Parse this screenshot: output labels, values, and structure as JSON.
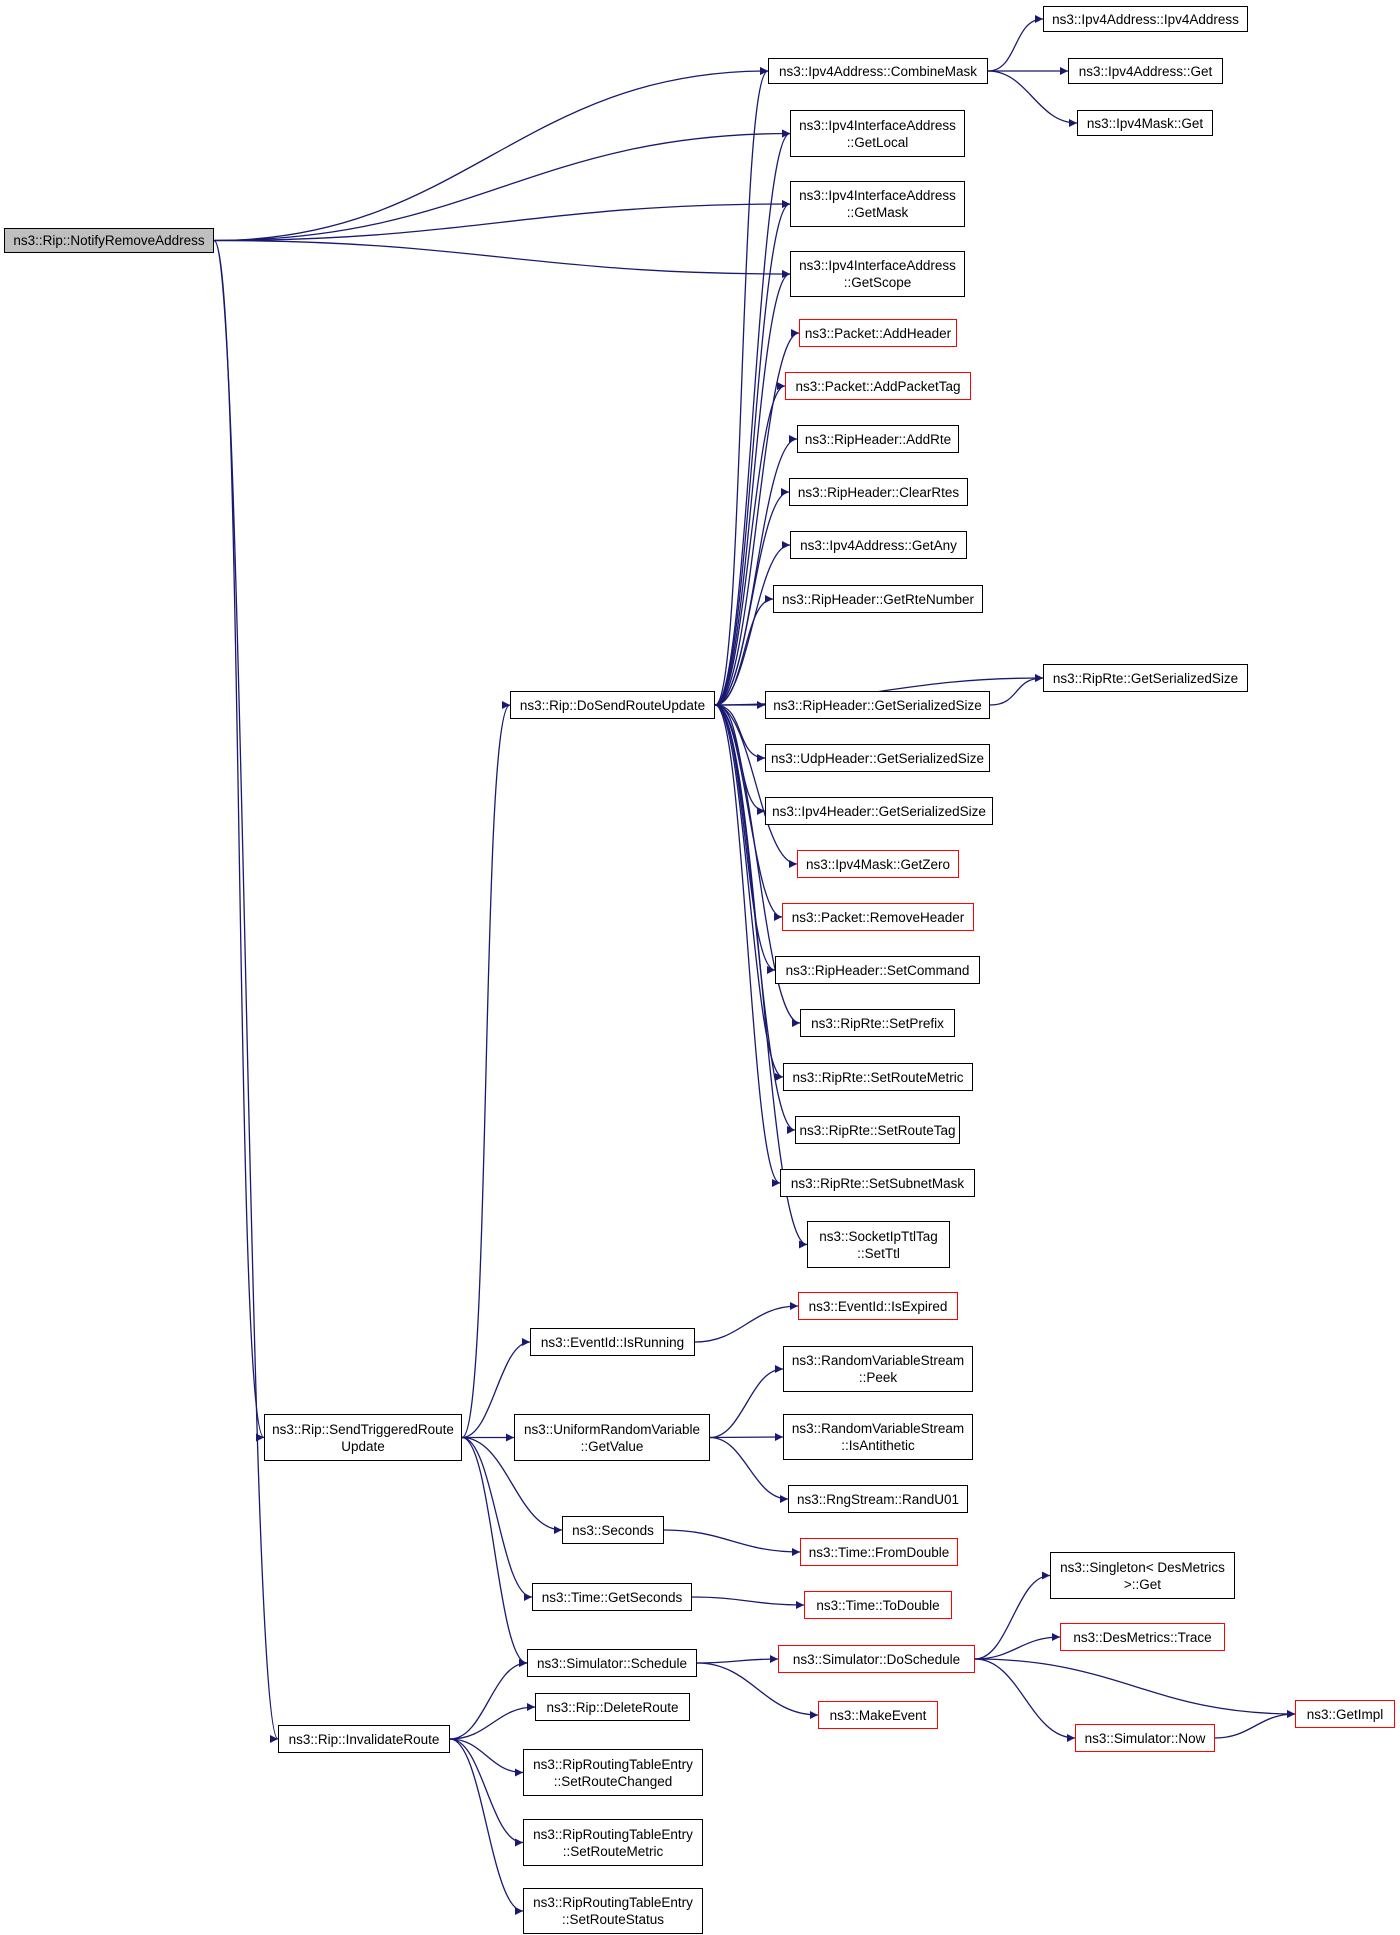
{
  "colors": {
    "edge": "#191970",
    "border": "#000000",
    "incomplete_border": "#ff0000",
    "root_fill": "#bfbfbf"
  },
  "nodes": [
    {
      "id": "n_notify",
      "lines": [
        "ns3::Rip::NotifyRemoveAddress"
      ],
      "style": "root"
    },
    {
      "id": "n_combine",
      "lines": [
        "ns3::Ipv4Address::CombineMask"
      ],
      "style": "normal"
    },
    {
      "id": "n_ipv4addr",
      "lines": [
        "ns3::Ipv4Address::Ipv4Address"
      ],
      "style": "normal"
    },
    {
      "id": "n_addrget",
      "lines": [
        "ns3::Ipv4Address::Get"
      ],
      "style": "normal"
    },
    {
      "id": "n_maskget",
      "lines": [
        "ns3::Ipv4Mask::Get"
      ],
      "style": "normal"
    },
    {
      "id": "n_getlocal",
      "lines": [
        "ns3::Ipv4InterfaceAddress",
        "::GetLocal"
      ],
      "style": "normal"
    },
    {
      "id": "n_getmask",
      "lines": [
        "ns3::Ipv4InterfaceAddress",
        "::GetMask"
      ],
      "style": "normal"
    },
    {
      "id": "n_getscope",
      "lines": [
        "ns3::Ipv4InterfaceAddress",
        "::GetScope"
      ],
      "style": "normal"
    },
    {
      "id": "n_addheader",
      "lines": [
        "ns3::Packet::AddHeader"
      ],
      "style": "red"
    },
    {
      "id": "n_addpackettag",
      "lines": [
        "ns3::Packet::AddPacketTag"
      ],
      "style": "red"
    },
    {
      "id": "n_addrte",
      "lines": [
        "ns3::RipHeader::AddRte"
      ],
      "style": "normal"
    },
    {
      "id": "n_clearrtes",
      "lines": [
        "ns3::RipHeader::ClearRtes"
      ],
      "style": "normal"
    },
    {
      "id": "n_getany",
      "lines": [
        "ns3::Ipv4Address::GetAny"
      ],
      "style": "normal"
    },
    {
      "id": "n_getrtenumber",
      "lines": [
        "ns3::RipHeader::GetRteNumber"
      ],
      "style": "normal"
    },
    {
      "id": "n_doSend",
      "lines": [
        "ns3::Rip::DoSendRouteUpdate"
      ],
      "style": "normal"
    },
    {
      "id": "n_ripRteSize",
      "lines": [
        "ns3::RipRte::GetSerializedSize"
      ],
      "style": "normal"
    },
    {
      "id": "n_ripHdrSize",
      "lines": [
        "ns3::RipHeader::GetSerializedSize"
      ],
      "style": "normal"
    },
    {
      "id": "n_udpSize",
      "lines": [
        "ns3::UdpHeader::GetSerializedSize"
      ],
      "style": "normal"
    },
    {
      "id": "n_ipv4HdrSize",
      "lines": [
        "ns3::Ipv4Header::GetSerializedSize"
      ],
      "style": "normal"
    },
    {
      "id": "n_getzero",
      "lines": [
        "ns3::Ipv4Mask::GetZero"
      ],
      "style": "red"
    },
    {
      "id": "n_removeheader",
      "lines": [
        "ns3::Packet::RemoveHeader"
      ],
      "style": "red"
    },
    {
      "id": "n_setcommand",
      "lines": [
        "ns3::RipHeader::SetCommand"
      ],
      "style": "normal"
    },
    {
      "id": "n_setprefix",
      "lines": [
        "ns3::RipRte::SetPrefix"
      ],
      "style": "normal"
    },
    {
      "id": "n_setroutemetric",
      "lines": [
        "ns3::RipRte::SetRouteMetric"
      ],
      "style": "normal"
    },
    {
      "id": "n_setroutetag",
      "lines": [
        "ns3::RipRte::SetRouteTag"
      ],
      "style": "normal"
    },
    {
      "id": "n_setsubnetmask",
      "lines": [
        "ns3::RipRte::SetSubnetMask"
      ],
      "style": "normal"
    },
    {
      "id": "n_setttl",
      "lines": [
        "ns3::SocketIpTtlTag",
        "::SetTtl"
      ],
      "style": "normal"
    },
    {
      "id": "n_isexpired",
      "lines": [
        "ns3::EventId::IsExpired"
      ],
      "style": "red"
    },
    {
      "id": "n_isrunning",
      "lines": [
        "ns3::EventId::IsRunning"
      ],
      "style": "normal"
    },
    {
      "id": "n_peek",
      "lines": [
        "ns3::RandomVariableStream",
        "::Peek"
      ],
      "style": "normal"
    },
    {
      "id": "n_sendTrig",
      "lines": [
        "ns3::Rip::SendTriggeredRoute",
        "Update"
      ],
      "style": "normal"
    },
    {
      "id": "n_getvalue",
      "lines": [
        "ns3::UniformRandomVariable",
        "::GetValue"
      ],
      "style": "normal"
    },
    {
      "id": "n_isantithetic",
      "lines": [
        "ns3::RandomVariableStream",
        "::IsAntithetic"
      ],
      "style": "normal"
    },
    {
      "id": "n_randu01",
      "lines": [
        "ns3::RngStream::RandU01"
      ],
      "style": "normal"
    },
    {
      "id": "n_seconds",
      "lines": [
        "ns3::Seconds"
      ],
      "style": "normal"
    },
    {
      "id": "n_fromdouble",
      "lines": [
        "ns3::Time::FromDouble"
      ],
      "style": "red"
    },
    {
      "id": "n_getseconds",
      "lines": [
        "ns3::Time::GetSeconds"
      ],
      "style": "normal"
    },
    {
      "id": "n_todouble",
      "lines": [
        "ns3::Time::ToDouble"
      ],
      "style": "red"
    },
    {
      "id": "n_singleton",
      "lines": [
        "ns3::Singleton< DesMetrics",
        ">::Get"
      ],
      "style": "normal"
    },
    {
      "id": "n_trace",
      "lines": [
        "ns3::DesMetrics::Trace"
      ],
      "style": "red"
    },
    {
      "id": "n_schedule",
      "lines": [
        "ns3::Simulator::Schedule"
      ],
      "style": "normal"
    },
    {
      "id": "n_doschedule",
      "lines": [
        "ns3::Simulator::DoSchedule"
      ],
      "style": "red"
    },
    {
      "id": "n_makeevent",
      "lines": [
        "ns3::MakeEvent"
      ],
      "style": "red"
    },
    {
      "id": "n_getimpl",
      "lines": [
        "ns3::GetImpl"
      ],
      "style": "red"
    },
    {
      "id": "n_now",
      "lines": [
        "ns3::Simulator::Now"
      ],
      "style": "red"
    },
    {
      "id": "n_invalidate",
      "lines": [
        "ns3::Rip::InvalidateRoute"
      ],
      "style": "normal"
    },
    {
      "id": "n_deleteroute",
      "lines": [
        "ns3::Rip::DeleteRoute"
      ],
      "style": "normal"
    },
    {
      "id": "n_setroutechanged",
      "lines": [
        "ns3::RipRoutingTableEntry",
        "::SetRouteChanged"
      ],
      "style": "normal"
    },
    {
      "id": "n_entrymetric",
      "lines": [
        "ns3::RipRoutingTableEntry",
        "::SetRouteMetric"
      ],
      "style": "normal"
    },
    {
      "id": "n_entrystatus",
      "lines": [
        "ns3::RipRoutingTableEntry",
        "::SetRouteStatus"
      ],
      "style": "normal"
    }
  ],
  "edges": [
    [
      "n_notify",
      "n_combine"
    ],
    [
      "n_notify",
      "n_getlocal"
    ],
    [
      "n_notify",
      "n_getmask"
    ],
    [
      "n_notify",
      "n_getscope"
    ],
    [
      "n_notify",
      "n_sendTrig"
    ],
    [
      "n_notify",
      "n_invalidate"
    ],
    [
      "n_combine",
      "n_ipv4addr"
    ],
    [
      "n_combine",
      "n_addrget"
    ],
    [
      "n_combine",
      "n_maskget"
    ],
    [
      "n_doSend",
      "n_combine"
    ],
    [
      "n_doSend",
      "n_getlocal"
    ],
    [
      "n_doSend",
      "n_getmask"
    ],
    [
      "n_doSend",
      "n_getscope"
    ],
    [
      "n_doSend",
      "n_addheader"
    ],
    [
      "n_doSend",
      "n_addpackettag"
    ],
    [
      "n_doSend",
      "n_addrte"
    ],
    [
      "n_doSend",
      "n_clearrtes"
    ],
    [
      "n_doSend",
      "n_getany"
    ],
    [
      "n_doSend",
      "n_getrtenumber"
    ],
    [
      "n_doSend",
      "n_ripRteSize"
    ],
    [
      "n_doSend",
      "n_ripHdrSize"
    ],
    [
      "n_doSend",
      "n_udpSize"
    ],
    [
      "n_doSend",
      "n_ipv4HdrSize"
    ],
    [
      "n_doSend",
      "n_getzero"
    ],
    [
      "n_doSend",
      "n_removeheader"
    ],
    [
      "n_doSend",
      "n_setcommand"
    ],
    [
      "n_doSend",
      "n_setprefix"
    ],
    [
      "n_doSend",
      "n_setroutemetric"
    ],
    [
      "n_doSend",
      "n_setroutetag"
    ],
    [
      "n_doSend",
      "n_setsubnetmask"
    ],
    [
      "n_doSend",
      "n_setttl"
    ],
    [
      "n_ripHdrSize",
      "n_ripRteSize"
    ],
    [
      "n_sendTrig",
      "n_doSend"
    ],
    [
      "n_sendTrig",
      "n_isrunning"
    ],
    [
      "n_sendTrig",
      "n_getvalue"
    ],
    [
      "n_sendTrig",
      "n_seconds"
    ],
    [
      "n_sendTrig",
      "n_getseconds"
    ],
    [
      "n_sendTrig",
      "n_schedule"
    ],
    [
      "n_isrunning",
      "n_isexpired"
    ],
    [
      "n_getvalue",
      "n_peek"
    ],
    [
      "n_getvalue",
      "n_isantithetic"
    ],
    [
      "n_getvalue",
      "n_randu01"
    ],
    [
      "n_seconds",
      "n_fromdouble"
    ],
    [
      "n_getseconds",
      "n_todouble"
    ],
    [
      "n_schedule",
      "n_doschedule"
    ],
    [
      "n_schedule",
      "n_makeevent"
    ],
    [
      "n_doschedule",
      "n_singleton"
    ],
    [
      "n_doschedule",
      "n_trace"
    ],
    [
      "n_doschedule",
      "n_getimpl"
    ],
    [
      "n_doschedule",
      "n_now"
    ],
    [
      "n_now",
      "n_getimpl"
    ],
    [
      "n_invalidate",
      "n_schedule"
    ],
    [
      "n_invalidate",
      "n_deleteroute"
    ],
    [
      "n_invalidate",
      "n_setroutechanged"
    ],
    [
      "n_invalidate",
      "n_entrymetric"
    ],
    [
      "n_invalidate",
      "n_entrystatus"
    ]
  ]
}
